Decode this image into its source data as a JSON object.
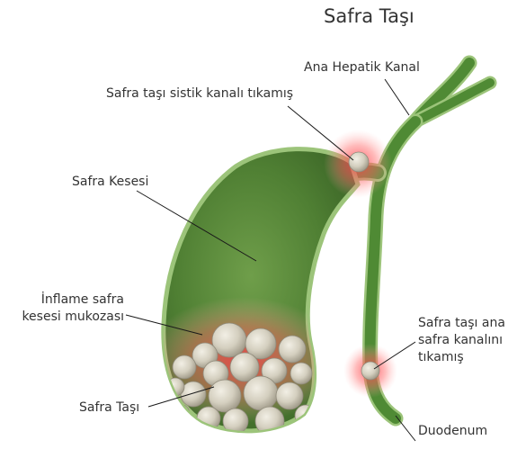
{
  "title": "Safra Taşı",
  "labels": {
    "hepatic_duct": "Ana Hepatik Kanal",
    "cystic_stone": "Safra taşı sistik kanalı tıkamış",
    "gallbladder": "Safra Kesesi",
    "mucosa_line1": "İnflame safra",
    "mucosa_line2": "kesesi mukozası",
    "common_stone_line1": "Safra taşı ana",
    "common_stone_line2": "safra kanalını",
    "common_stone_line3": "tıkamış",
    "gallstone": "Safra Taşı",
    "duodenum": "Duodenum"
  },
  "colors": {
    "organ_dark": "#3d6b2a",
    "organ_mid": "#5a8a3a",
    "organ_rim": "#9cc47a",
    "duct": "#4f8a34",
    "inflammation": "#e8505b",
    "stone": "#d9d4c4",
    "stone_shade": "#a39d8c"
  }
}
